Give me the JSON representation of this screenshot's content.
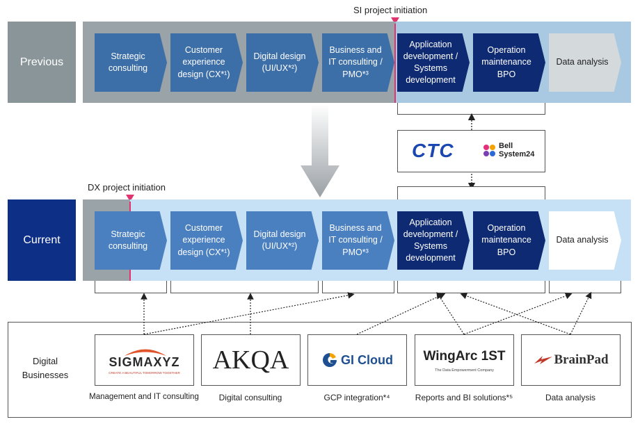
{
  "markers": {
    "si": "SI project initiation",
    "dx": "DX project initiation"
  },
  "previous": {
    "label": "Previous",
    "stages": [
      "Strategic consulting",
      "Customer experience design (CX*¹)",
      "Digital design (UI/UX*²)",
      "Business and IT consulting / PMO*³",
      "Application development / Systems development",
      "Operation maintenance BPO",
      "Data analysis"
    ]
  },
  "current": {
    "label": "Current",
    "stages": [
      "Strategic consulting",
      "Customer experience design (CX*¹)",
      "Digital design (UI/UX*²)",
      "Business and IT consulting / PMO*³",
      "Application development / Systems development",
      "Operation maintenance BPO",
      "Data analysis"
    ]
  },
  "group_logos": {
    "ctc": "CTC",
    "bell": "Bell System24"
  },
  "digital_businesses": {
    "label": "Digital Businesses",
    "partners": [
      {
        "logo": "SIGMAXYZ",
        "tagline": "CREATE A BEAUTIFUL TOMORROW TOGETHER",
        "caption": "Management and IT consulting"
      },
      {
        "logo": "AKQA",
        "caption": "Digital consulting"
      },
      {
        "logo": "GI Cloud",
        "caption": "GCP integration*⁴"
      },
      {
        "logo": "WingArc 1ST",
        "tagline": "The Data Empowerment Company",
        "caption": "Reports and BI solutions*⁵"
      },
      {
        "logo": "BrainPad",
        "caption": "Data analysis"
      }
    ]
  },
  "colors": {
    "gray_band": "#9aa3a8",
    "light_blue_band": "#a9c9e3",
    "current_band": "#c6e0f5",
    "mid_blue": "#3c6ea8",
    "navy": "#0e2a72",
    "marker": "#e0346f"
  }
}
